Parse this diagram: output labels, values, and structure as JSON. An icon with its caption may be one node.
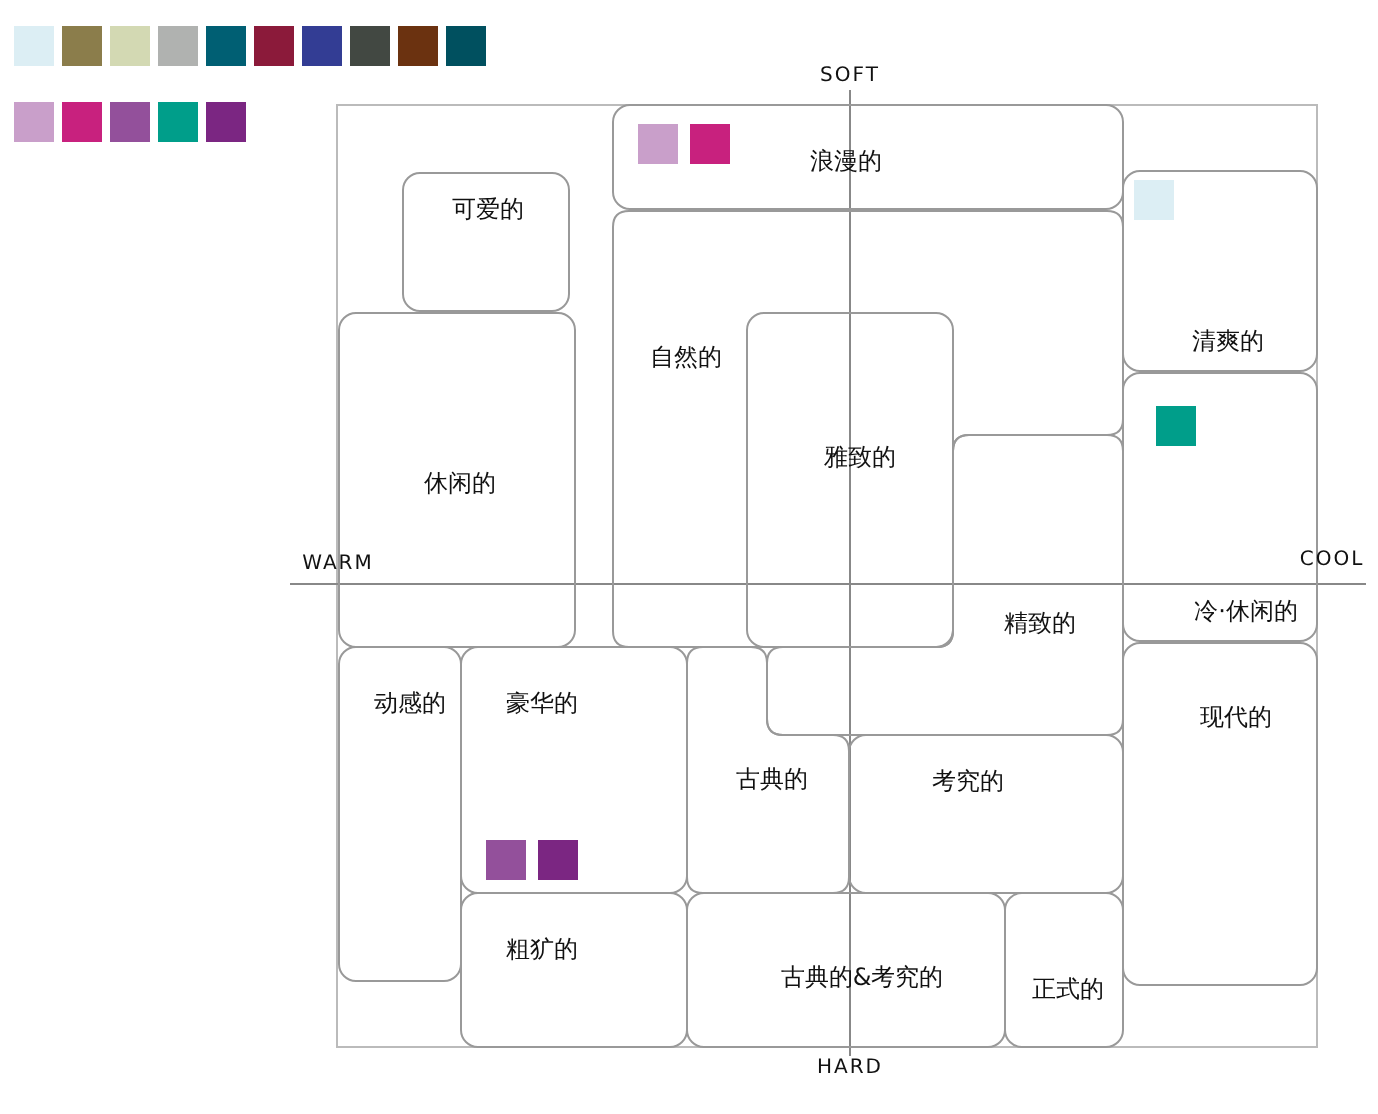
{
  "diagram": {
    "nodes": [
      {
        "text": [
          "浪漫的"
        ]
      },
      {
        "text": [
          "可爱的"
        ]
      },
      {
        "text": [
          "自然的"
        ]
      },
      {
        "text": [
          "清爽的"
        ]
      },
      {
        "text": [
          "雅致的"
        ],
        "in": 2
      },
      {
        "text": [
          "休闲的"
        ]
      },
      {
        "text": [
          "冷·休闲的"
        ]
      },
      {
        "text": [
          "精致的"
        ]
      },
      {
        "text": [
          "动感的"
        ]
      },
      {
        "text": [
          "豪华的"
        ]
      },
      {
        "text": [
          "古典的"
        ]
      },
      {
        "text": [
          "考究的"
        ]
      },
      {
        "text": [
          "现代的"
        ]
      },
      {
        "text": [
          "粗犷的"
        ]
      },
      {
        "text": [
          "古典的&考究的"
        ]
      },
      {
        "text": [
          "正式的"
        ]
      }
    ],
    "labels": [
      "SOFT",
      "WARM",
      "COOL",
      "HARD"
    ]
  }
}
